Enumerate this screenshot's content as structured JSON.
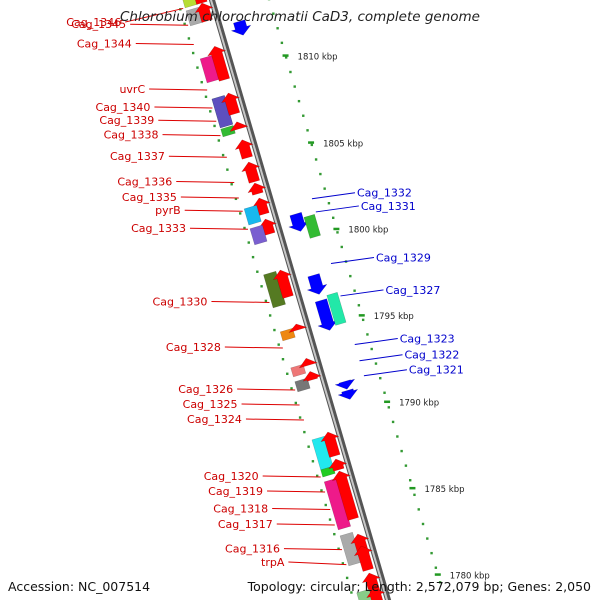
{
  "title": "Chlorobium chlorochromatii CaD3, complete genome",
  "accession_text": "Accession: NC_007514",
  "summary_text": "Topology: circular; Length: 2,572,079 bp; Genes: 2,050",
  "ruler_ticks": [
    {
      "label": "1810 kbp",
      "pos": 0.118
    },
    {
      "label": "1805 kbp",
      "pos": 0.263
    },
    {
      "label": "1800 kbp",
      "pos": 0.407
    },
    {
      "label": "1795 kbp",
      "pos": 0.551
    },
    {
      "label": "1790 kbp",
      "pos": 0.695
    },
    {
      "label": "1785 kbp",
      "pos": 0.839
    },
    {
      "label": "1780 kbp",
      "pos": 0.983
    }
  ],
  "forward_labels": [
    {
      "text": "Cag_1346",
      "pos": 0.0
    },
    {
      "text": "Cag_1345",
      "pos": 0.028
    },
    {
      "text": "Cag_1344",
      "pos": 0.06
    },
    {
      "text": "uvrC",
      "pos": 0.136
    },
    {
      "text": "Cag_1340",
      "pos": 0.166
    },
    {
      "text": "Cag_1339",
      "pos": 0.188
    },
    {
      "text": "Cag_1338",
      "pos": 0.212
    },
    {
      "text": "Cag_1337",
      "pos": 0.248
    },
    {
      "text": "Cag_1336",
      "pos": 0.29
    },
    {
      "text": "Cag_1335",
      "pos": 0.316
    },
    {
      "text": "pyrB",
      "pos": 0.338
    },
    {
      "text": "Cag_1333",
      "pos": 0.368
    },
    {
      "text": "Cag_1330",
      "pos": 0.49
    },
    {
      "text": "Cag_1328",
      "pos": 0.566
    },
    {
      "text": "Cag_1326",
      "pos": 0.636
    },
    {
      "text": "Cag_1325",
      "pos": 0.661
    },
    {
      "text": "Cag_1324",
      "pos": 0.686
    },
    {
      "text": "Cag_1320",
      "pos": 0.781
    },
    {
      "text": "Cag_1319",
      "pos": 0.806
    },
    {
      "text": "Cag_1318",
      "pos": 0.835
    },
    {
      "text": "Cag_1317",
      "pos": 0.861
    },
    {
      "text": "Cag_1316",
      "pos": 0.902
    },
    {
      "text": "trpA",
      "pos": 0.927
    }
  ],
  "reverse_labels": [
    {
      "text": "Cag_1332",
      "pos": 0.35
    },
    {
      "text": "Cag_1331",
      "pos": 0.372
    },
    {
      "text": "Cag_1329",
      "pos": 0.458
    },
    {
      "text": "Cag_1327",
      "pos": 0.512
    },
    {
      "text": "Cag_1323",
      "pos": 0.593
    },
    {
      "text": "Cag_1322",
      "pos": 0.62
    },
    {
      "text": "Cag_1321",
      "pos": 0.645
    }
  ],
  "forward_genes": [
    {
      "color": "#b7dd33",
      "start": -0.03,
      "end": 0.0
    },
    {
      "color": "#ff0000",
      "start": -0.03,
      "end": 0.0
    },
    {
      "color": "#aaaaaa",
      "start": 0.005,
      "end": 0.03
    },
    {
      "color": "#ff0000",
      "start": 0.0,
      "end": 0.03
    },
    {
      "color": "#ee1a8a",
      "start": 0.085,
      "end": 0.125
    },
    {
      "color": "#ff0000",
      "start": 0.072,
      "end": 0.128
    },
    {
      "color": "#22ccee",
      "start": 0.152,
      "end": 0.2
    },
    {
      "color": "#5e4fbf",
      "start": 0.152,
      "end": 0.2
    },
    {
      "color": "#ff0000",
      "start": 0.15,
      "end": 0.185
    },
    {
      "color": "#33bb33",
      "start": 0.202,
      "end": 0.215
    },
    {
      "color": "#ff0000",
      "start": 0.198,
      "end": 0.21
    },
    {
      "color": "#ff0000",
      "start": 0.228,
      "end": 0.258
    },
    {
      "color": "#ff0000",
      "start": 0.265,
      "end": 0.298
    },
    {
      "color": "#ff0000",
      "start": 0.3,
      "end": 0.318
    },
    {
      "color": "#ff0000",
      "start": 0.325,
      "end": 0.352
    },
    {
      "color": "#18b8ee",
      "start": 0.335,
      "end": 0.362
    },
    {
      "color": "#ff0000",
      "start": 0.36,
      "end": 0.385
    },
    {
      "color": "#7a5fd0",
      "start": 0.368,
      "end": 0.395
    },
    {
      "color": "#557a22",
      "start": 0.445,
      "end": 0.5
    },
    {
      "color": "#ff0000",
      "start": 0.445,
      "end": 0.49
    },
    {
      "color": "#ee8811",
      "start": 0.54,
      "end": 0.555
    },
    {
      "color": "#ff0000",
      "start": 0.535,
      "end": 0.545
    },
    {
      "color": "#ee7777",
      "start": 0.6,
      "end": 0.615
    },
    {
      "color": "#ff0000",
      "start": 0.592,
      "end": 0.604
    },
    {
      "color": "#777777",
      "start": 0.623,
      "end": 0.64
    },
    {
      "color": "#ff0000",
      "start": 0.614,
      "end": 0.628
    },
    {
      "color": "#22e8ee",
      "start": 0.72,
      "end": 0.77
    },
    {
      "color": "#ff0000",
      "start": 0.715,
      "end": 0.755
    },
    {
      "color": "#22cc22",
      "start": 0.77,
      "end": 0.782
    },
    {
      "color": "#ff0000",
      "start": 0.76,
      "end": 0.778
    },
    {
      "color": "#ee1a8a",
      "start": 0.79,
      "end": 0.87
    },
    {
      "color": "#ff0000",
      "start": 0.78,
      "end": 0.86
    },
    {
      "color": "#aaaaaa",
      "start": 0.88,
      "end": 0.93
    },
    {
      "color": "#ff0000",
      "start": 0.885,
      "end": 0.92
    },
    {
      "color": "#ff0000",
      "start": 0.905,
      "end": 0.945
    },
    {
      "color": "#ff0000",
      "start": 0.95,
      "end": 0.985
    },
    {
      "color": "#88cc88",
      "start": 0.975,
      "end": 1.02
    },
    {
      "color": "#ff0000",
      "start": 0.975,
      "end": 1.02
    }
  ],
  "reverse_genes": [
    {
      "color": "#0000ff",
      "start": 0.045,
      "end": 0.068
    },
    {
      "color": "#0000ff",
      "start": 0.366,
      "end": 0.395
    },
    {
      "color": "#33bb33",
      "start": 0.375,
      "end": 0.41
    },
    {
      "color": "#0000ff",
      "start": 0.468,
      "end": 0.5
    },
    {
      "color": "#0000ff",
      "start": 0.51,
      "end": 0.56
    },
    {
      "color": "#22e8a8",
      "start": 0.505,
      "end": 0.555
    },
    {
      "color": "#0000ff",
      "start": 0.645,
      "end": 0.658
    },
    {
      "color": "#0000ff",
      "start": 0.66,
      "end": 0.675
    }
  ]
}
